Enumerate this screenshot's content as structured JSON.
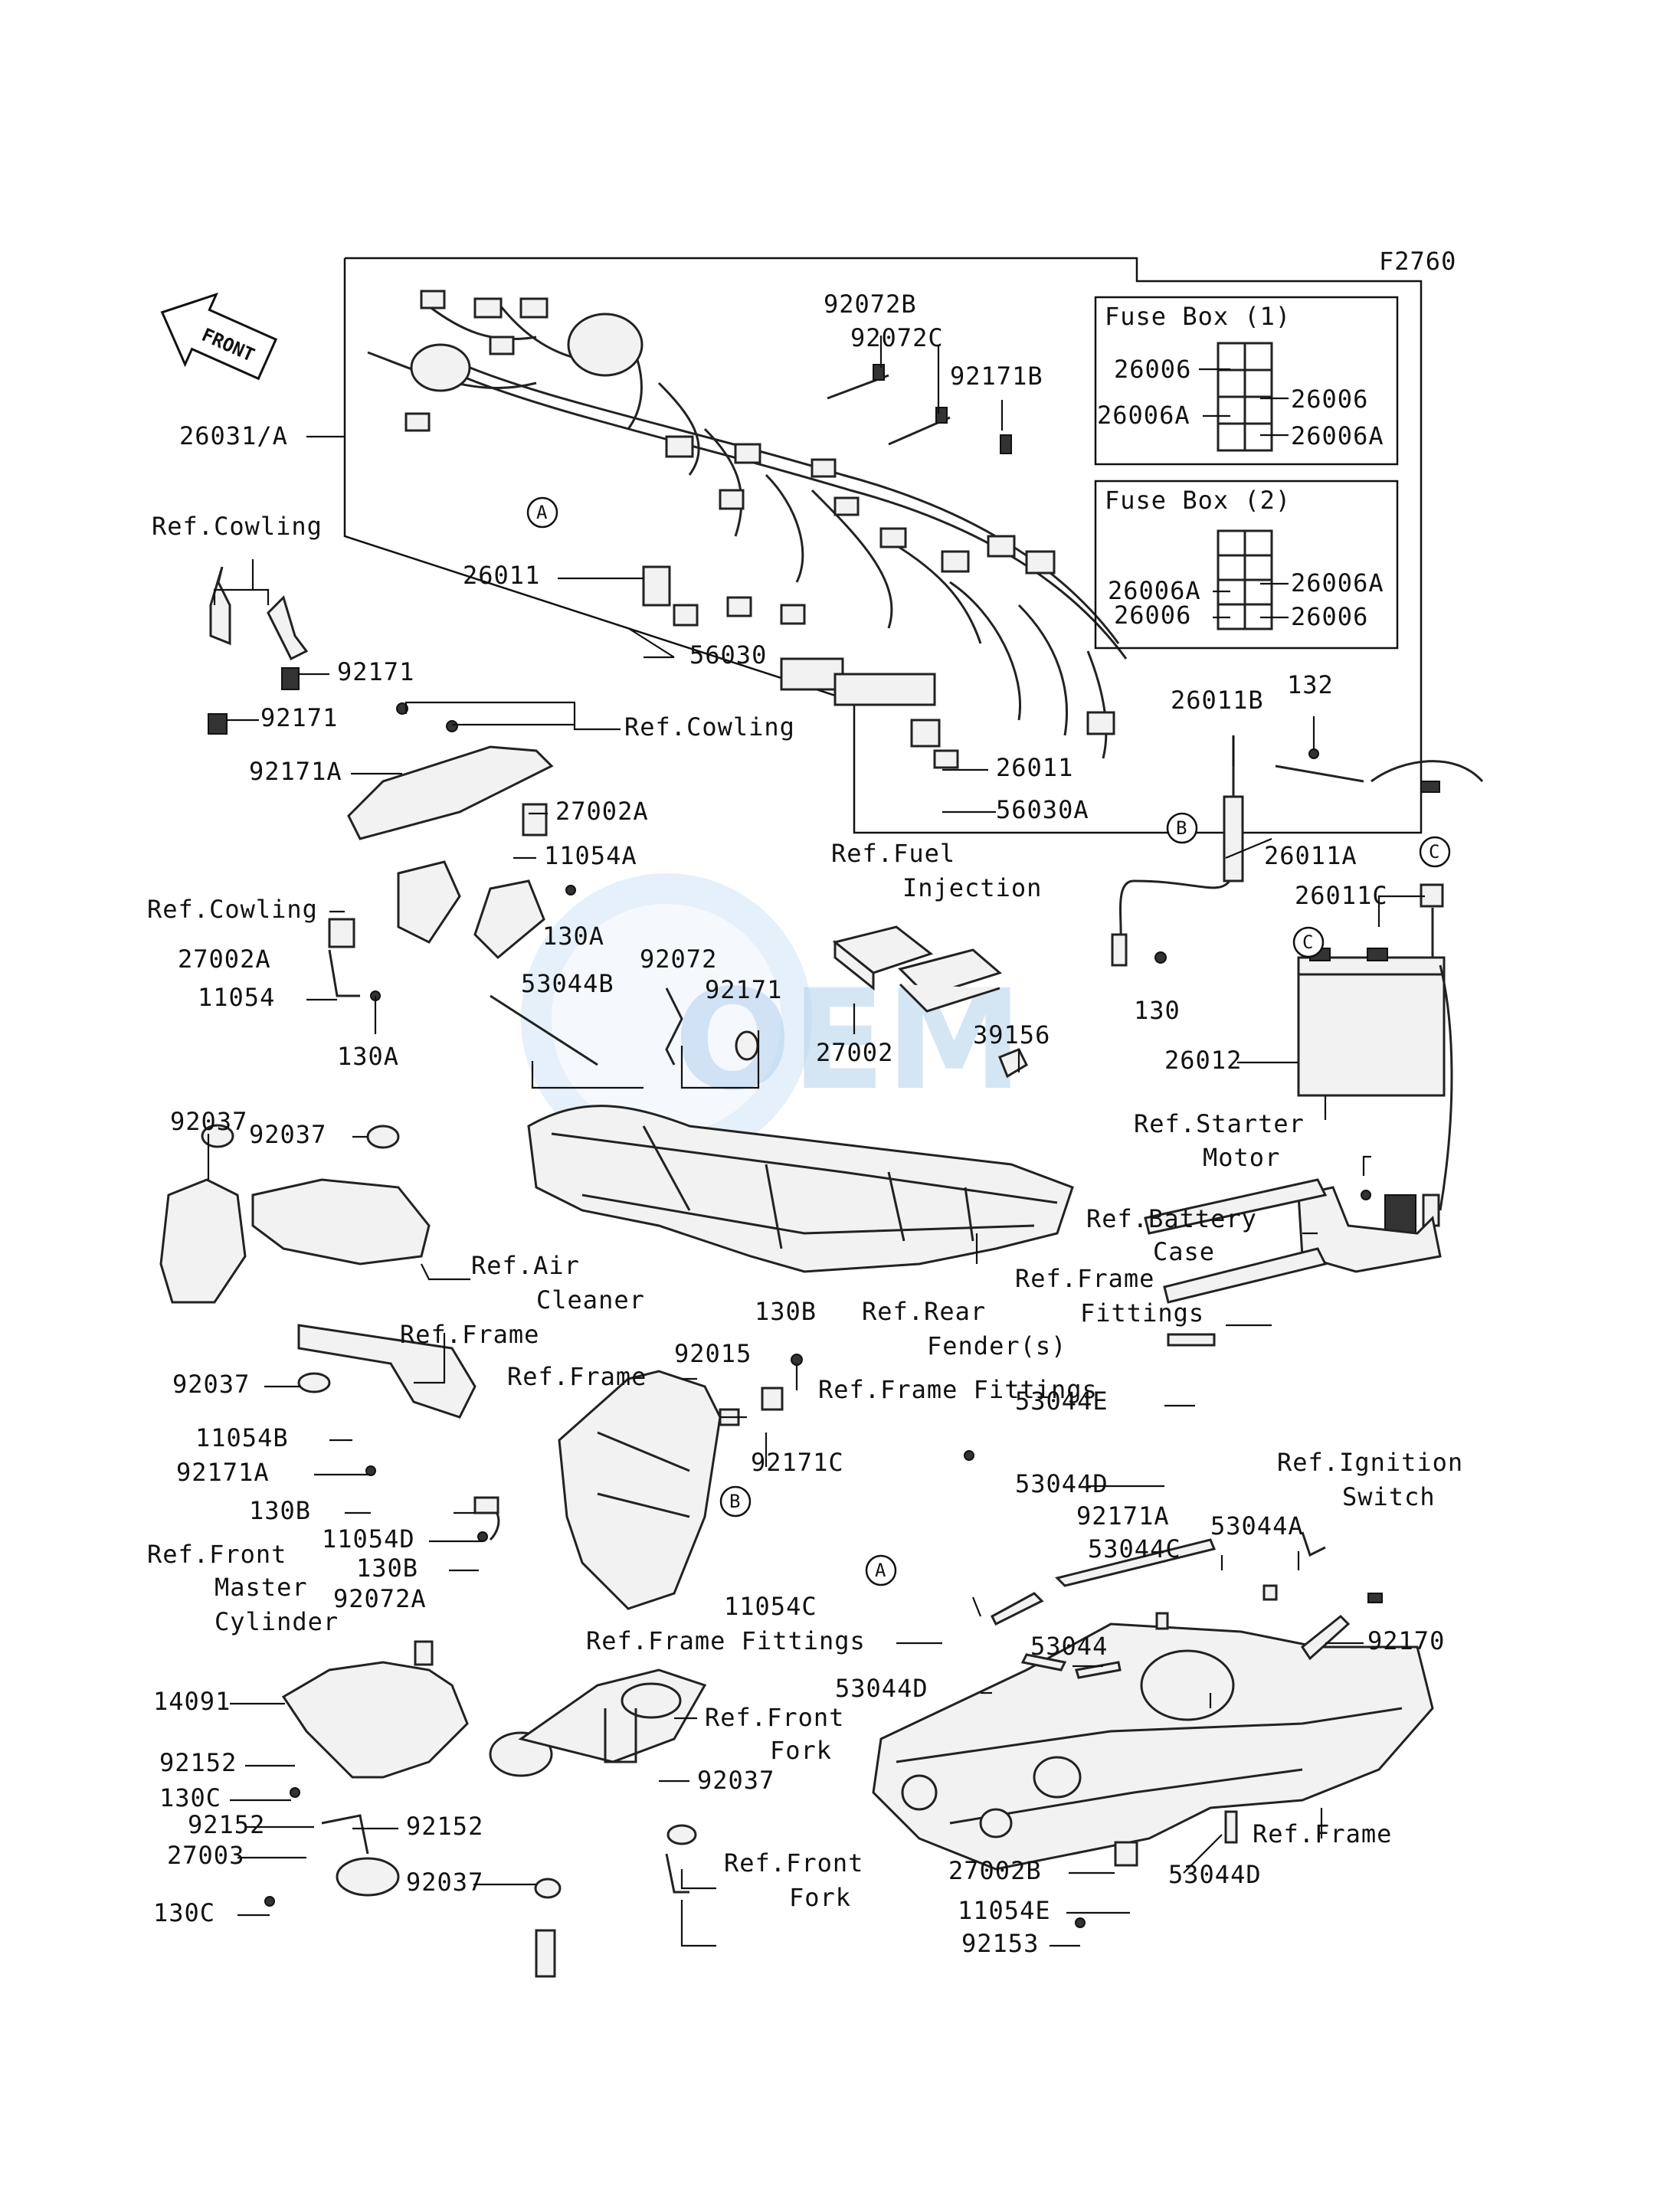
{
  "diagram_code": "F2760",
  "front_arrow": "FRONT",
  "fuse_box_1": {
    "title": "Fuse Box (1)",
    "labels": [
      "26006",
      "26006A",
      "26006",
      "26006A"
    ]
  },
  "fuse_box_2": {
    "title": "Fuse Box (2)",
    "labels": [
      "26006A",
      "26006",
      "26006A",
      "26006"
    ]
  },
  "callouts": {
    "c_a": "A",
    "c_b": "B",
    "c_c": "C"
  },
  "parts": {
    "p_26031A": "26031/A",
    "p_92072B": "92072B",
    "p_92072C": "92072C",
    "p_92171B": "92171B",
    "p_26011_top": "26011",
    "p_56030": "56030",
    "p_26011_mid": "26011",
    "p_56030A": "56030A",
    "p_ref_cowling_1": "Ref.Cowling",
    "p_92171_a": "92171",
    "p_92171_b": "92171",
    "p_92171A_1": "92171A",
    "p_ref_cowling_2": "Ref.Cowling",
    "p_27002A_1": "27002A",
    "p_11054A": "11054A",
    "p_ref_cowling_3": "Ref.Cowling",
    "p_27002A_2": "27002A",
    "p_11054": "11054",
    "p_130A_1": "130A",
    "p_130A_2": "130A",
    "p_53044B": "53044B",
    "p_92072": "92072",
    "p_92171_c": "92171",
    "p_ref_fuel_1": "Ref.Fuel",
    "p_ref_fuel_2": "Injection",
    "p_27002": "27002",
    "p_39156": "39156",
    "p_26011B": "26011B",
    "p_132": "132",
    "p_26011A": "26011A",
    "p_26011C": "26011C",
    "p_130": "130",
    "p_26012": "26012",
    "p_ref_starter_1": "Ref.Starter",
    "p_ref_starter_2": "Motor",
    "p_ref_battery_1": "Ref.Battery",
    "p_ref_battery_2": "Case",
    "p_92037_1": "92037",
    "p_92037_2": "92037",
    "p_ref_air_1": "Ref.Air",
    "p_ref_air_2": "Cleaner",
    "p_ref_rear_1": "Ref.Rear",
    "p_ref_rear_2": "Fender(s)",
    "p_ref_framefit_1a": "Ref.Frame",
    "p_ref_framefit_1b": "Fittings",
    "p_ref_frame_1": "Ref.Frame",
    "p_92037_3": "92037",
    "p_11054B": "11054B",
    "p_92171A_2": "92171A",
    "p_130B_1": "130B",
    "p_11054D": "11054D",
    "p_130B_2": "130B",
    "p_92072A": "92072A",
    "p_ref_frame_2": "Ref.Frame",
    "p_92015": "92015",
    "p_130B_3": "130B",
    "p_92171C": "92171C",
    "p_ref_framefit_2": "Ref.Frame Fittings",
    "p_53044E": "53044E",
    "p_53044D_1": "53044D",
    "p_ref_ign_1": "Ref.Ignition",
    "p_ref_ign_2": "Switch",
    "p_92171A_3": "92171A",
    "p_53044C": "53044C",
    "p_53044A": "53044A",
    "p_ref_fmc_1": "Ref.Front",
    "p_ref_fmc_2": "Master",
    "p_ref_fmc_3": "Cylinder",
    "p_11054C": "11054C",
    "p_ref_framefit_3": "Ref.Frame Fittings",
    "p_92170": "92170",
    "p_53044D_2": "53044D",
    "p_53044": "53044",
    "p_14091": "14091",
    "p_ref_ffork_1a": "Ref.Front",
    "p_ref_ffork_1b": "Fork",
    "p_92152_1": "92152",
    "p_130C_1": "130C",
    "p_92037_4": "92037",
    "p_92152_2": "92152",
    "p_92152_3": "92152",
    "p_27003": "27003",
    "p_92037_5": "92037",
    "p_ref_ffork_2a": "Ref.Front",
    "p_ref_ffork_2b": "Fork",
    "p_130C_2": "130C",
    "p_27002B": "27002B",
    "p_11054E": "11054E",
    "p_92153": "92153",
    "p_ref_frame_3": "Ref.Frame",
    "p_53044D_3": "53044D"
  }
}
